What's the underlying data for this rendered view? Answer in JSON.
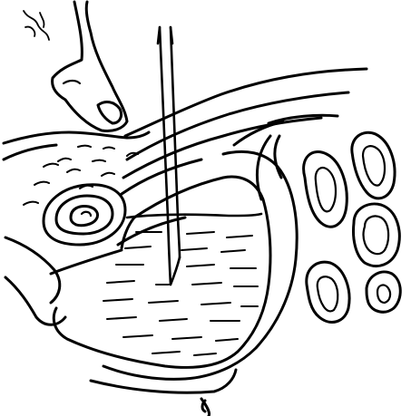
{
  "colors": {
    "background": "#ffffff",
    "ink": "#000000"
  },
  "figure": {
    "style": "black-and-white pen sketch",
    "parts": [
      "finger",
      "needle",
      "skin-and-tissue-layers",
      "fluid-filled-sac",
      "fluid-level-lines",
      "concentric-nodule",
      "bowel-loops"
    ]
  }
}
